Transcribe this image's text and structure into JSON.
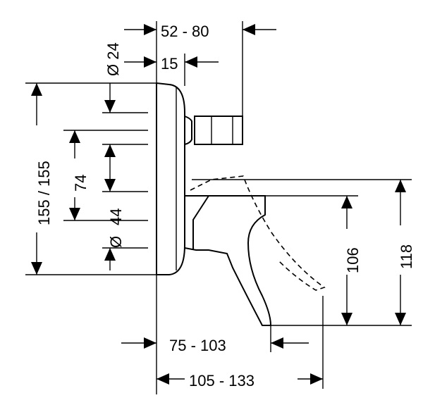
{
  "dimensions": {
    "top_span": "52 - 80",
    "diameter_top": "Ø 24",
    "flange_depth": "15",
    "cover_height": "155 / 155",
    "center_spacing": "74",
    "cutout_height": "44",
    "diameter_side": "Ø",
    "handle_height": "106",
    "spout_height": "118",
    "bottom_span_1": "75 - 103",
    "bottom_span_2": "105 - 133"
  }
}
